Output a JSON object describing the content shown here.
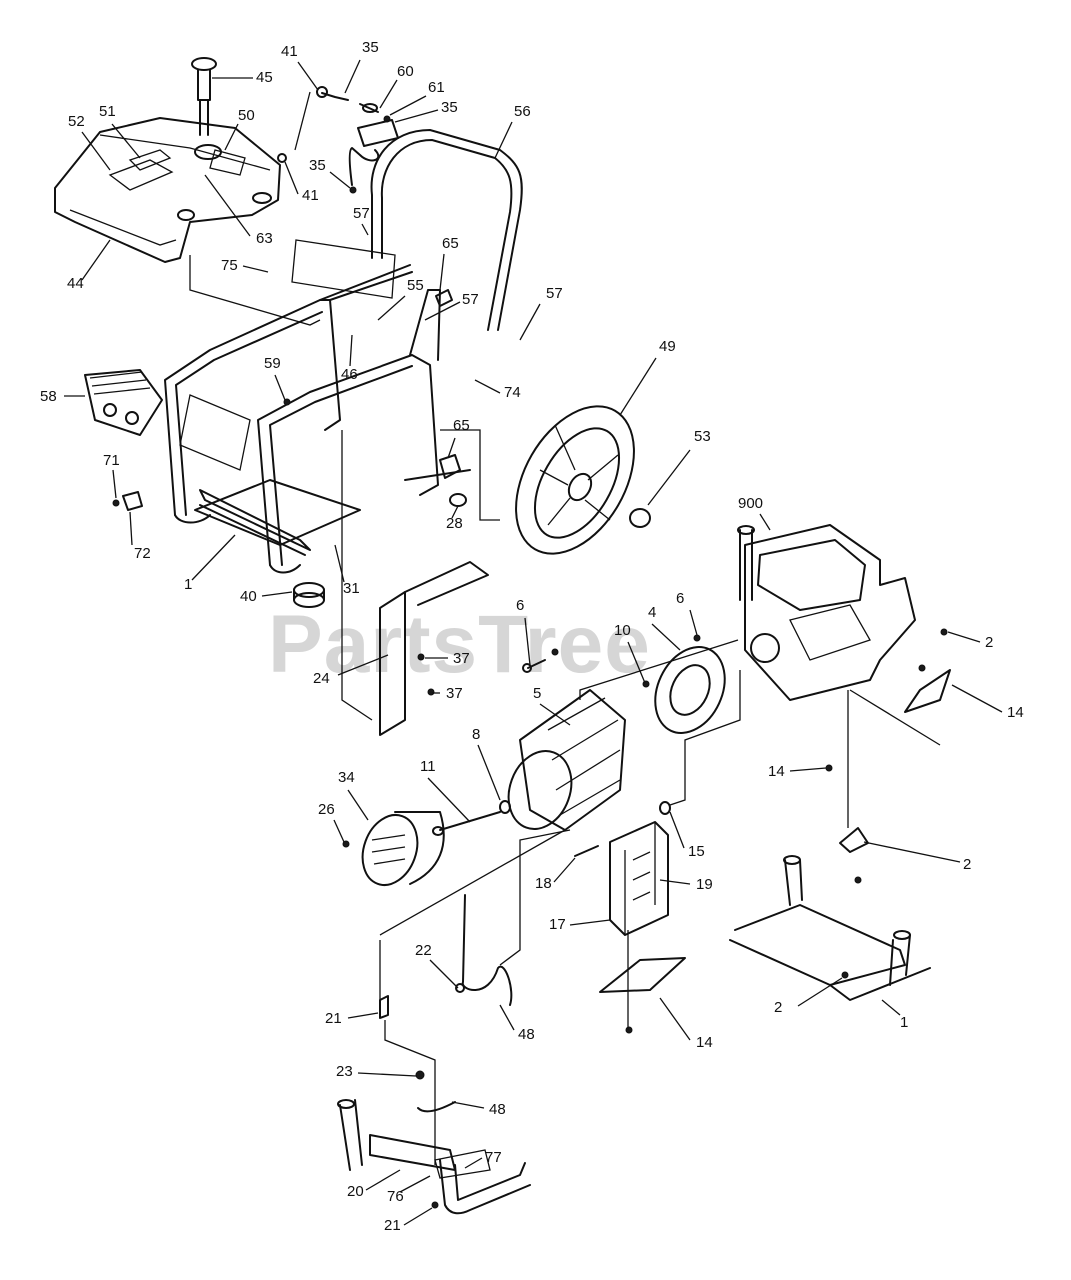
{
  "watermark": "PartsTree",
  "callouts": [
    {
      "id": "c45",
      "label": "45",
      "part": "p-45"
    },
    {
      "id": "c41a",
      "label": "41",
      "part": "p-41"
    },
    {
      "id": "c35a",
      "label": "35",
      "part": "p-35"
    },
    {
      "id": "c60",
      "label": "60",
      "part": "p-60"
    },
    {
      "id": "c61",
      "label": "61",
      "part": "p-61"
    },
    {
      "id": "c35b",
      "label": "35",
      "part": "p-35"
    },
    {
      "id": "c56",
      "label": "56",
      "part": "p-56"
    },
    {
      "id": "c51",
      "label": "51",
      "part": "p-51"
    },
    {
      "id": "c50",
      "label": "50",
      "part": "p-50"
    },
    {
      "id": "c52",
      "label": "52",
      "part": "p-52"
    },
    {
      "id": "c35c",
      "label": "35",
      "part": "p-35"
    },
    {
      "id": "c41b",
      "label": "41",
      "part": "p-41"
    },
    {
      "id": "c57a",
      "label": "57",
      "part": "p-57"
    },
    {
      "id": "c63",
      "label": "63",
      "part": "p-63"
    },
    {
      "id": "c44",
      "label": "44",
      "part": "p-44"
    },
    {
      "id": "c75",
      "label": "75",
      "part": "p-75"
    },
    {
      "id": "c65a",
      "label": "65",
      "part": "p-65"
    },
    {
      "id": "c55",
      "label": "55",
      "part": "p-55"
    },
    {
      "id": "c57b",
      "label": "57",
      "part": "p-57"
    },
    {
      "id": "c57c",
      "label": "57",
      "part": "p-57"
    },
    {
      "id": "c49",
      "label": "49",
      "part": "p-49"
    },
    {
      "id": "c46",
      "label": "46",
      "part": "p-46"
    },
    {
      "id": "c74",
      "label": "74",
      "part": "p-74"
    },
    {
      "id": "c59",
      "label": "59",
      "part": "p-59"
    },
    {
      "id": "c58",
      "label": "58",
      "part": "p-58"
    },
    {
      "id": "c65b",
      "label": "65",
      "part": "p-65"
    },
    {
      "id": "c53",
      "label": "53",
      "part": "p-53"
    },
    {
      "id": "c71",
      "label": "71",
      "part": "p-71"
    },
    {
      "id": "c28",
      "label": "28",
      "part": "p-28"
    },
    {
      "id": "c72",
      "label": "72",
      "part": "p-72"
    },
    {
      "id": "c900",
      "label": "900",
      "part": "p-900"
    },
    {
      "id": "c1a",
      "label": "1",
      "part": "p-1"
    },
    {
      "id": "c31",
      "label": "31",
      "part": "p-31"
    },
    {
      "id": "c40",
      "label": "40",
      "part": "p-40"
    },
    {
      "id": "c6a",
      "label": "6",
      "part": "p-6"
    },
    {
      "id": "c6b",
      "label": "6",
      "part": "p-6"
    },
    {
      "id": "c10",
      "label": "10",
      "part": "p-10"
    },
    {
      "id": "c4",
      "label": "4",
      "part": "p-4"
    },
    {
      "id": "c2a",
      "label": "2",
      "part": "p-2"
    },
    {
      "id": "c37a",
      "label": "37",
      "part": "p-37"
    },
    {
      "id": "c24",
      "label": "24",
      "part": "p-24"
    },
    {
      "id": "c37b",
      "label": "37",
      "part": "p-37"
    },
    {
      "id": "c5",
      "label": "5",
      "part": "p-5"
    },
    {
      "id": "c14a",
      "label": "14",
      "part": "p-14"
    },
    {
      "id": "c8",
      "label": "8",
      "part": "p-8"
    },
    {
      "id": "c34",
      "label": "34",
      "part": "p-34"
    },
    {
      "id": "c11",
      "label": "11",
      "part": "p-11"
    },
    {
      "id": "c14b",
      "label": "14",
      "part": "p-14"
    },
    {
      "id": "c26",
      "label": "26",
      "part": "p-26"
    },
    {
      "id": "c15",
      "label": "15",
      "part": "p-15"
    },
    {
      "id": "c2b",
      "label": "2",
      "part": "p-2"
    },
    {
      "id": "c18",
      "label": "18",
      "part": "p-18"
    },
    {
      "id": "c19",
      "label": "19",
      "part": "p-19"
    },
    {
      "id": "c17",
      "label": "17",
      "part": "p-17"
    },
    {
      "id": "c22",
      "label": "22",
      "part": "p-22"
    },
    {
      "id": "c2c",
      "label": "2",
      "part": "p-2"
    },
    {
      "id": "c1b",
      "label": "1",
      "part": "p-1"
    },
    {
      "id": "c21a",
      "label": "21",
      "part": "p-21"
    },
    {
      "id": "c48a",
      "label": "48",
      "part": "p-48"
    },
    {
      "id": "c14c",
      "label": "14",
      "part": "p-14"
    },
    {
      "id": "c23",
      "label": "23",
      "part": "p-23"
    },
    {
      "id": "c48b",
      "label": "48",
      "part": "p-48"
    },
    {
      "id": "c77",
      "label": "77",
      "part": "p-77"
    },
    {
      "id": "c20",
      "label": "20",
      "part": "p-20"
    },
    {
      "id": "c76",
      "label": "76",
      "part": "p-76"
    },
    {
      "id": "c21b",
      "label": "21",
      "part": "p-21"
    }
  ]
}
